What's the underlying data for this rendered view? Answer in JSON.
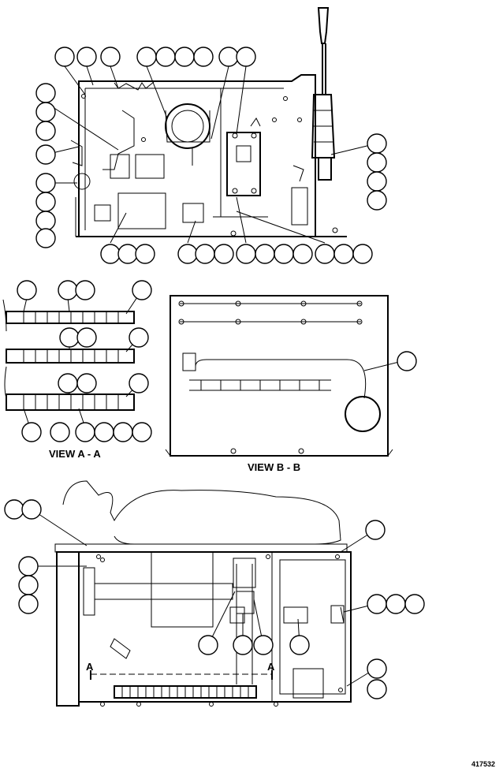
{
  "figure": {
    "view_a_label": "VIEW A - A",
    "view_b_label": "VIEW B - B",
    "section_mark": "A",
    "figure_number": "417532"
  }
}
